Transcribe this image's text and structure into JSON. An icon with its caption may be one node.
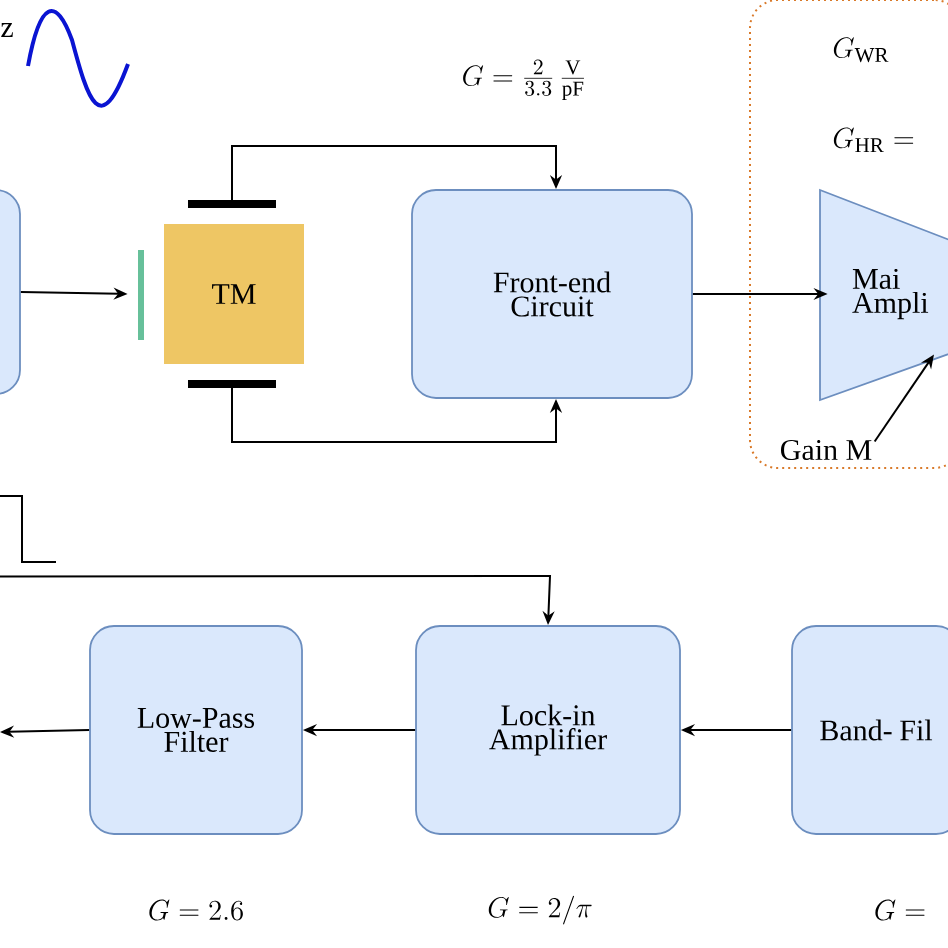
{
  "diagram": {
    "nodes": [
      {
        "text": [],
        "shape": "box"
      },
      {
        "text": [
          "TM"
        ]
      },
      {
        "text": [
          "Front-end Circuit"
        ]
      },
      {
        "text": [
          "G_{\\mathrm{WR}}",
          "G_{\\mathrm{HR}} ="
        ]
      },
      {
        "text": [
          "Mai Ampli"
        ],
        "in": 3
      },
      {
        "text": [
          "Gain M"
        ],
        "in": 3
      },
      {
        "text": [
          "Band- Fil"
        ],
        "beside": [
          "G ="
        ]
      },
      {
        "text": [
          "Lock-in Amplifier"
        ],
        "beside": [
          "G = 2/\\pi"
        ]
      },
      {
        "text": [
          "Low-Pass Filter"
        ],
        "beside": [
          "G = 2.6"
        ]
      },
      {
        "text": [],
        "shape": "picture"
      }
    ],
    "edges": [
      {
        "from": 0,
        "to": 1,
        "arrow": "to"
      },
      {
        "from": 1,
        "to": 2,
        "arrow": "to"
      },
      {
        "from": 1,
        "to": 2,
        "arrow": "to"
      },
      {
        "from": 2,
        "to": 4,
        "arrow": "to"
      },
      {
        "from": 5,
        "to": 4,
        "arrow": "to"
      },
      {
        "from": 6,
        "to": 7,
        "arrow": "to"
      },
      {
        "from": 7,
        "to": 8,
        "arrow": "to"
      },
      {
        "from": 8,
        "to": null,
        "arrow": "to"
      },
      {
        "from": 9,
        "to": 7,
        "arrow": "to"
      }
    ],
    "labels": [
      "z",
      "G = \\frac{2}{3.3}\\,\\frac{\\mathrm{V}}{\\mathrm{pF}}"
    ]
  }
}
